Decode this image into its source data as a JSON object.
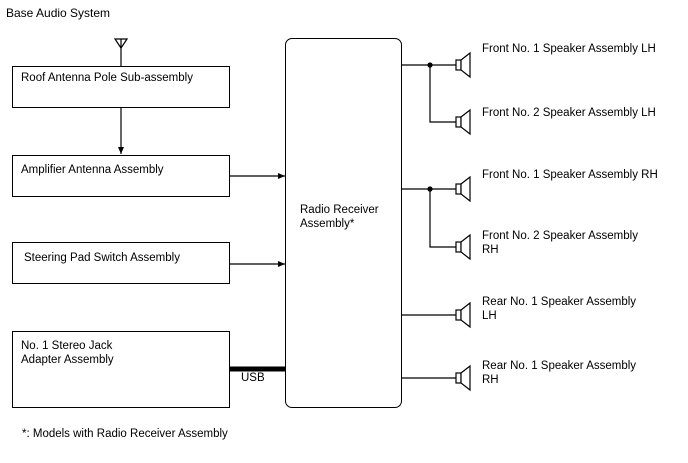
{
  "title": "Base Audio System",
  "components": {
    "roof_antenna": "Roof Antenna Pole Sub-assembly",
    "amplifier_antenna": "Amplifier Antenna Assembly",
    "steering_pad": "Steering Pad Switch Assembly",
    "stereo_jack": "No. 1 Stereo Jack Adapter Assembly",
    "radio_receiver": "Radio Receiver Assembly*"
  },
  "speakers": [
    "Front No. 1 Speaker Assembly LH",
    "Front No. 2 Speaker Assembly LH",
    "Front No. 1 Speaker Assembly RH",
    "Front No. 2 Speaker Assembly RH",
    "Rear No. 1 Speaker Assembly LH",
    "Rear No. 1 Speaker Assembly RH"
  ],
  "usb_label": "USB",
  "footnote": "*: Models with Radio Receiver Assembly"
}
